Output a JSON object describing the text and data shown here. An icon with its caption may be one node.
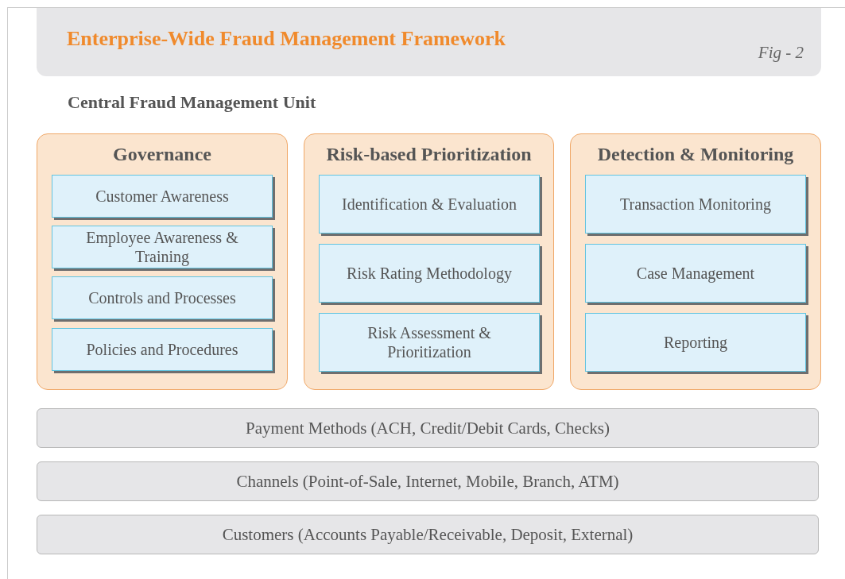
{
  "diagram": {
    "title": "Enterprise-Wide Fraud Management Framework",
    "nodes": [
      {
        "text": [
          "Governance"
        ]
      },
      {
        "text": [
          "Customer Awareness"
        ],
        "in": 0
      },
      {
        "text": [
          "Employee Awareness & Training"
        ],
        "in": 0
      },
      {
        "text": [
          "Controls and Processes"
        ],
        "in": 0
      },
      {
        "text": [
          "Policies and Procedures"
        ],
        "in": 0
      },
      {
        "text": [
          "Risk-based Prioritization"
        ]
      },
      {
        "text": [
          "Identification & Evaluation"
        ],
        "in": 5
      },
      {
        "text": [
          "Risk Rating Methodology"
        ],
        "in": 5
      },
      {
        "text": [
          "Risk Assessment & Prioritization"
        ],
        "in": 5
      },
      {
        "text": [
          "Detection & Monitoring"
        ]
      },
      {
        "text": [
          "Transaction Monitoring"
        ],
        "in": 9
      },
      {
        "text": [
          "Case Management"
        ],
        "in": 9
      },
      {
        "text": [
          "Reporting"
        ],
        "in": 9
      },
      {
        "text": [
          "Payment Methods (ACH, Credit/Debit Cards, Checks)"
        ]
      },
      {
        "text": [
          "Channels (Point-of-Sale, Internet, Mobile, Branch, ATM)"
        ]
      },
      {
        "text": [
          "Customers (Accounts Payable/Receivable, Deposit, External)"
        ]
      }
    ],
    "edges": [],
    "labels": [
      "Fig - 2",
      "Central Fraud Management Unit"
    ]
  }
}
